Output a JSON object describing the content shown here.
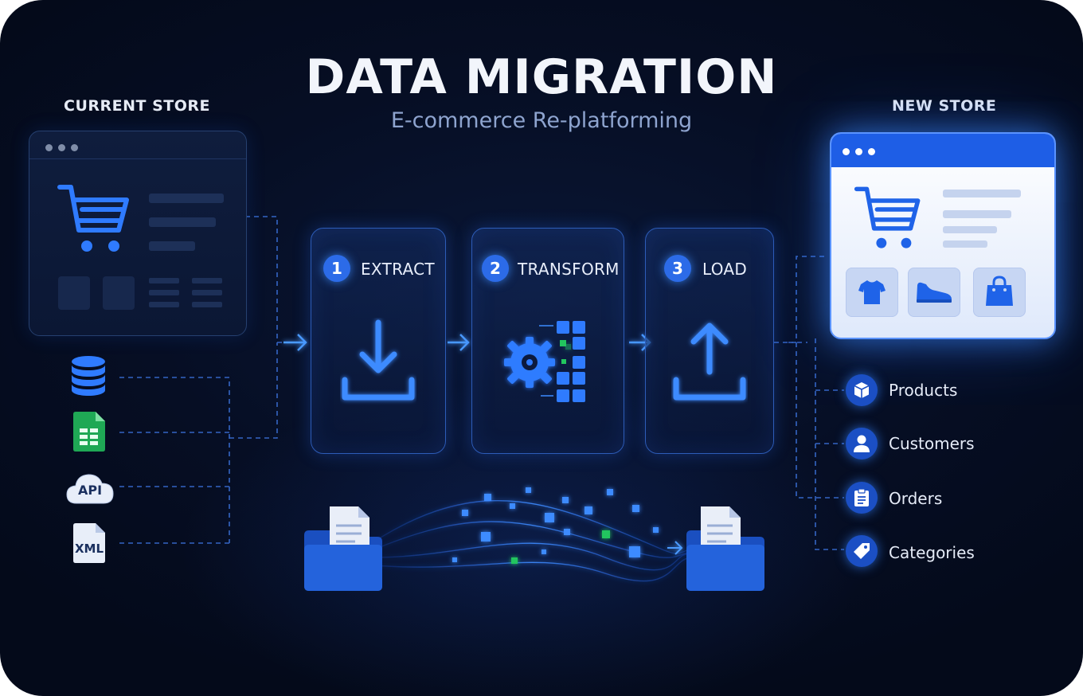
{
  "header": {
    "title": "DATA MIGRATION",
    "subtitle": "E-commerce Re-platforming"
  },
  "current_store": {
    "label": "CURRENT STORE",
    "icon": "shopping-cart-icon"
  },
  "new_store": {
    "label": "NEW STORE",
    "icon": "shopping-cart-icon",
    "tiles": [
      "t-shirt-icon",
      "shoe-icon",
      "shopping-bag-icon"
    ]
  },
  "sources": [
    {
      "icon": "database-icon"
    },
    {
      "icon": "spreadsheet-icon"
    },
    {
      "icon": "api-cloud-icon",
      "text": "API"
    },
    {
      "icon": "xml-file-icon",
      "text": "XML"
    }
  ],
  "steps": [
    {
      "number": "1",
      "label": "EXTRACT",
      "icon": "download-icon"
    },
    {
      "number": "2",
      "label": "TRANSFORM",
      "icon": "gear-grid-icon"
    },
    {
      "number": "3",
      "label": "LOAD",
      "icon": "upload-icon"
    }
  ],
  "categories": [
    {
      "label": "Products",
      "icon": "box-icon"
    },
    {
      "label": "Customers",
      "icon": "user-icon"
    },
    {
      "label": "Orders",
      "icon": "clipboard-icon"
    },
    {
      "label": "Categories",
      "icon": "tag-icon"
    }
  ],
  "colors": {
    "background": "#060e24",
    "accent": "#2c6be8",
    "glow": "#3d8bff",
    "data_green": "#22c55e"
  }
}
